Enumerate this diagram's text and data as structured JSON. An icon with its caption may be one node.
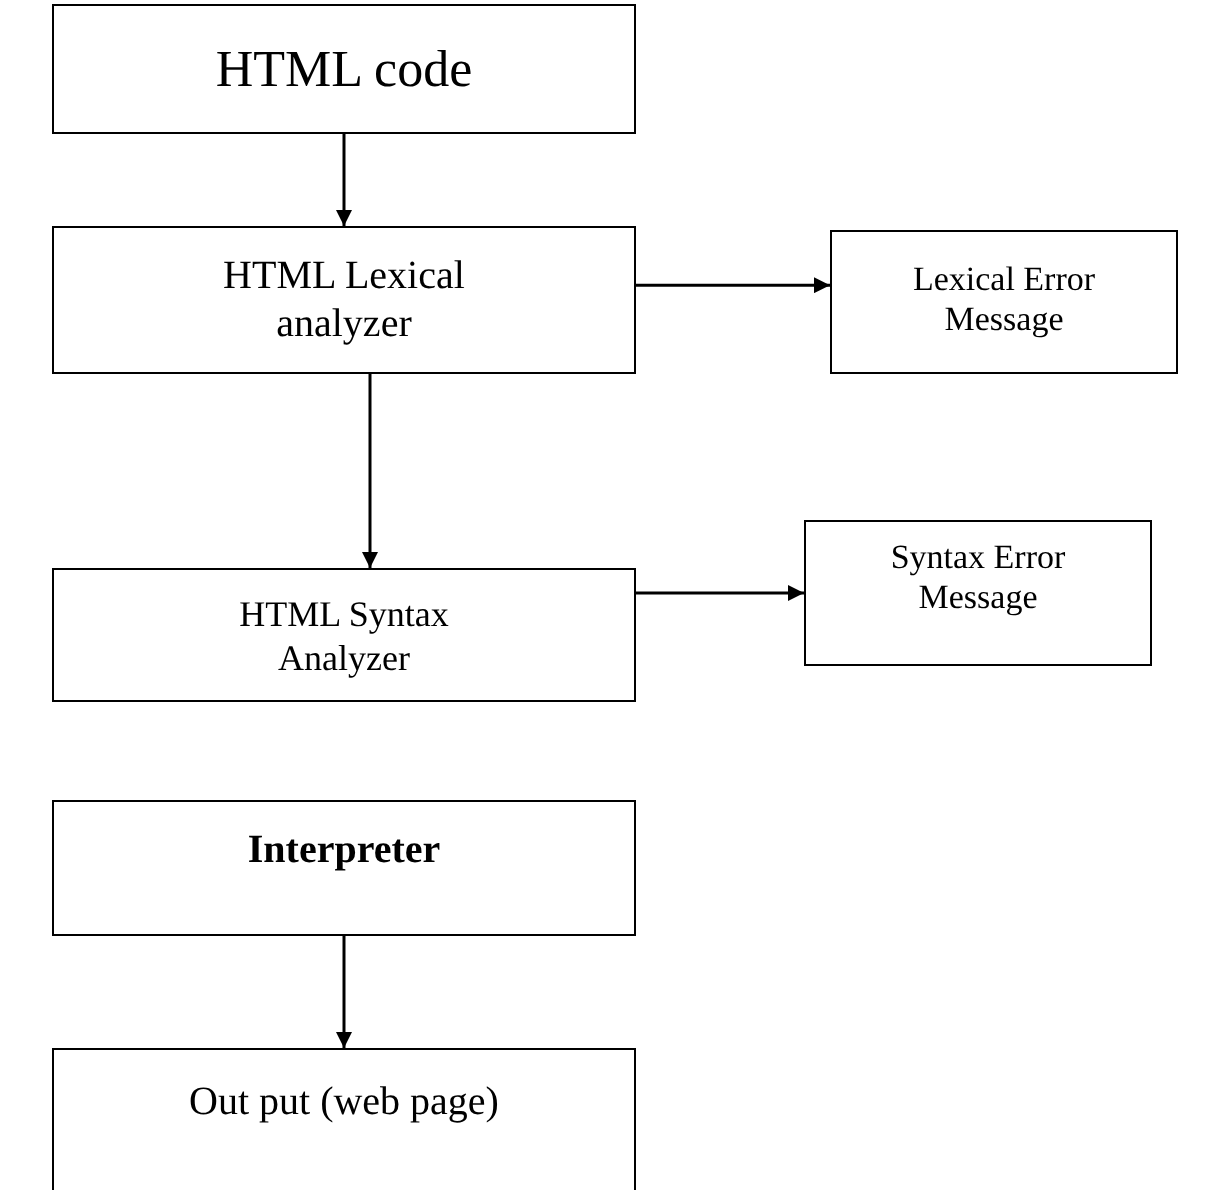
{
  "diagram": {
    "nodes": [
      {
        "text": [
          "HTML code"
        ]
      },
      {
        "text": [
          "HTML Lexical analyzer"
        ]
      },
      {
        "text": [
          "Lexical Error Message"
        ]
      },
      {
        "text": [
          "HTML Syntax Analyzer"
        ]
      },
      {
        "text": [
          "Syntax Error Message"
        ]
      },
      {
        "text": [
          "Interpreter"
        ]
      },
      {
        "text": [
          "Out put (web page)"
        ]
      }
    ],
    "edges": [
      {
        "from": 0,
        "to": 1,
        "arrow": "to"
      },
      {
        "from": 1,
        "to": 2,
        "arrow": "to"
      },
      {
        "from": 1,
        "to": 3,
        "arrow": "to"
      },
      {
        "from": 3,
        "to": 4,
        "arrow": "to"
      },
      {
        "from": 5,
        "to": 6,
        "arrow": "to"
      }
    ]
  }
}
